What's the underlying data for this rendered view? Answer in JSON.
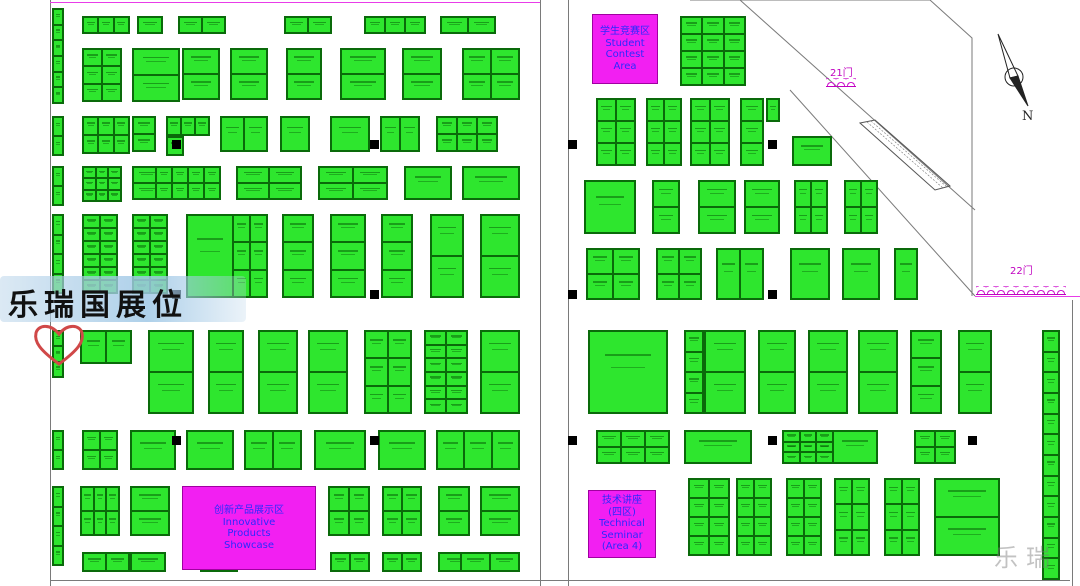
{
  "colors": {
    "booth": "#2ee62e",
    "booth_border": "#0a6a0a",
    "special_zone": "#f21ff2",
    "zone_text": "#2a2aff",
    "gate": "#c000c0",
    "wall": "#7a7a7a"
  },
  "zones": {
    "student": {
      "zh": "学生竞赛区",
      "en1": "Student",
      "en2": "Contest Area"
    },
    "innovative": {
      "zh": "创新产品展示区",
      "en1": "Innovative",
      "en2": "Products",
      "en3": "Showcase"
    },
    "seminar": {
      "zh": "技术讲座",
      "zh2": "(四区)",
      "en1": "Technical Seminar",
      "en2": "(Area 4)"
    }
  },
  "gates": {
    "gate_21": "21门",
    "gate_22": "22门"
  },
  "compass": {
    "north_label": "N",
    "icon": "compass-north-arrow-icon"
  },
  "overlay": {
    "booth_location": "乐瑞国展位",
    "watermark": "乐瑞",
    "marker_icon": "heart-icon"
  }
}
